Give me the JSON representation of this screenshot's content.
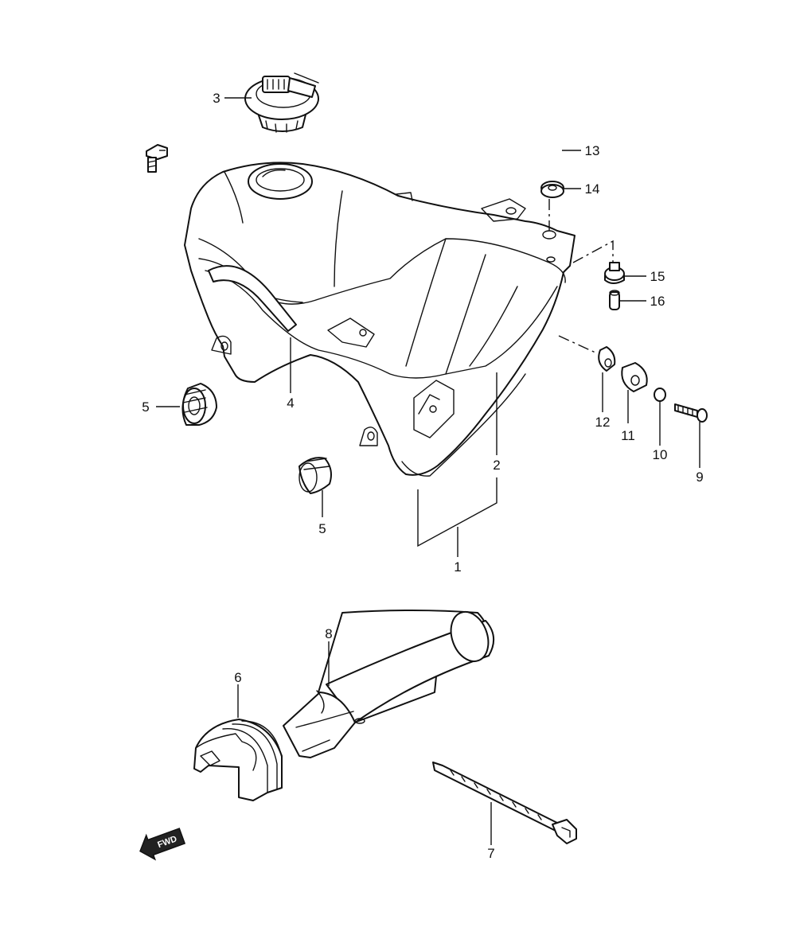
{
  "diagram": {
    "callouts": [
      {
        "id": "1",
        "label": "1"
      },
      {
        "id": "2",
        "label": "2"
      },
      {
        "id": "3",
        "label": "3"
      },
      {
        "id": "4",
        "label": "4"
      },
      {
        "id": "5a",
        "label": "5"
      },
      {
        "id": "5b",
        "label": "5"
      },
      {
        "id": "6",
        "label": "6"
      },
      {
        "id": "7",
        "label": "7"
      },
      {
        "id": "8",
        "label": "8"
      },
      {
        "id": "9",
        "label": "9"
      },
      {
        "id": "10",
        "label": "10"
      },
      {
        "id": "11",
        "label": "11"
      },
      {
        "id": "12",
        "label": "12"
      },
      {
        "id": "13",
        "label": "13"
      },
      {
        "id": "14",
        "label": "14"
      },
      {
        "id": "15",
        "label": "15"
      },
      {
        "id": "16",
        "label": "16"
      }
    ],
    "fwd_label": "FWD"
  }
}
